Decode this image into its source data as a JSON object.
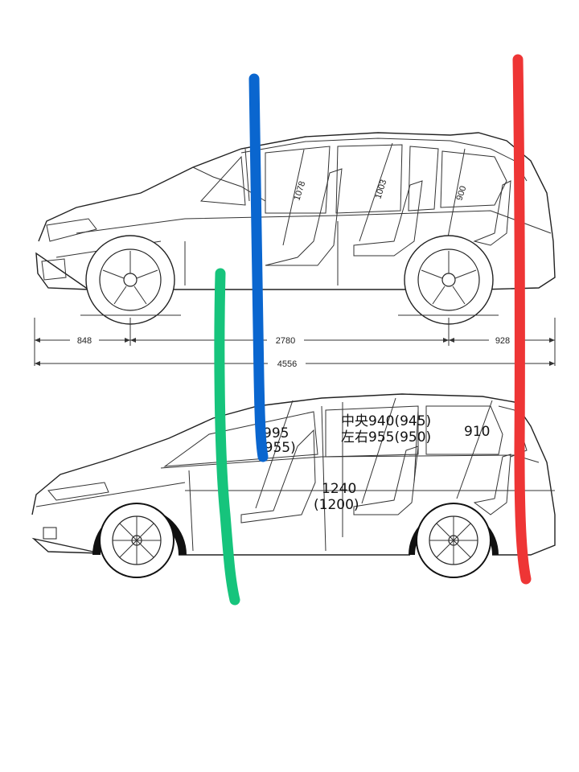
{
  "top_diagram": {
    "dimensions": {
      "front_overhang": "848",
      "wheelbase": "2780",
      "rear_overhang": "928",
      "overall_length": "4556"
    },
    "interior": {
      "row1_headroom": "1078",
      "row2_headroom": "1003",
      "row3_headroom": "900"
    }
  },
  "bottom_diagram": {
    "row1_headroom": "995",
    "row1_headroom_alt": "(955)",
    "row2_center": "中央940(945)",
    "row2_sides": "左右955(950)",
    "interior_height": "1240",
    "interior_height_alt": "(1200)",
    "row3_headroom": "910"
  },
  "marker_colors": {
    "blue": "#0a66cf",
    "green": "#16c47c",
    "red": "#ee3535"
  }
}
